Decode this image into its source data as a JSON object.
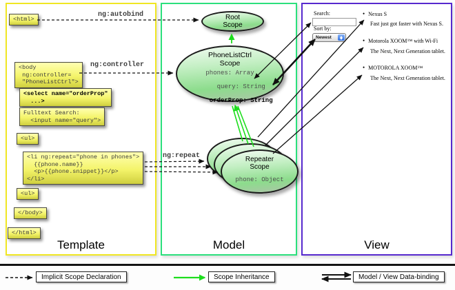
{
  "template_panel": {
    "title": "Template",
    "boxes": [
      {
        "text": "<html>"
      },
      {
        "text": "<body\n ng:controller=\n \"PhoneListCtrl\">"
      },
      {
        "text": "<select name=\"orderProp\"\n  ...>"
      },
      {
        "text": "Fulltext Search:\n  <input name=\"query\">"
      },
      {
        "text": "<ul>"
      },
      {
        "text": "<li ng:repeat=\"phone in phones\">\n  {{phone.name}}\n  <p>{{phone.snippet}}</p>\n</li>"
      },
      {
        "text": "<ul>"
      },
      {
        "text": "</body>"
      },
      {
        "text": "</html>"
      }
    ]
  },
  "annotations": {
    "autobind": "ng:autobind",
    "controller": "ng:controller",
    "repeat": "ng:repeat"
  },
  "model_panel": {
    "title": "Model",
    "root_scope": {
      "title": "Root\nScope"
    },
    "phonelistctrl_scope": {
      "title": "PhoneListCtrl\nScope",
      "prop_phones": "phones: Array",
      "prop_query": "query: String",
      "prop_orderprop": "orderProp: String"
    },
    "repeater_scope": {
      "title": "Repeater\nScope",
      "prop_phone": "phone: Object"
    }
  },
  "view_panel": {
    "title": "View",
    "search_label": "Search:",
    "sort_label": "Sort by:",
    "sort_value": "Newest",
    "bullet": "•",
    "items": [
      {
        "title": "Nexus S",
        "snippet": "Fast just got faster with Nexus S."
      },
      {
        "title": "Motorola XOOM™ with Wi-Fi",
        "snippet": "The Next, Next Generation tablet."
      },
      {
        "title": "MOTOROLA XOOM™",
        "snippet": "The Next, Next Generation tablet."
      }
    ]
  },
  "legend": {
    "implicit": "Implicit Scope Declaration",
    "inheritance": "Scope Inheritance",
    "binding": "Model / View Data-binding"
  },
  "colors": {
    "template_border": "#f0e622",
    "model_border": "#2be07c",
    "view_border": "#5629ce",
    "inheritance_green": "#1ddd1d",
    "code_box_yellow": "#f4f46a",
    "scope_green": "#8cdc8c"
  }
}
